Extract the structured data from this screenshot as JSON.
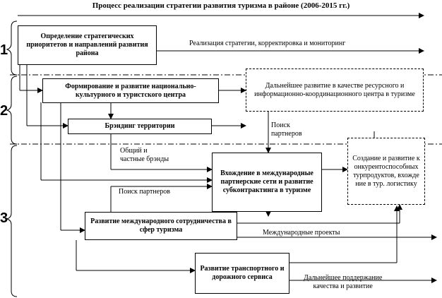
{
  "title": "Процесс реализации стратегии развития туризма в районе (2006-2015 гг.)",
  "stages": [
    "1",
    "2",
    "3"
  ],
  "boxes": {
    "strategic_priorities": "Определение стратегических приоритетов и направлений развития района",
    "national_center": "Формирование и развитие национально-культурного и туристского центра",
    "resource_center": "Дальнейшее развитие в качестве ресурсного и информационно-координационного центра в туризме",
    "branding": "Брэндинг территории",
    "partner_networks": "Вхождение в международные партнерские сети и развитие субконтрактинга в туризме",
    "competitive_products": "Создание и развитие конкурентоспособных турпродуктов, вхождение в тур. логистику",
    "intl_cooperation": "Развитие международного сотрудничества в сфер туризма",
    "transport": "Развитие транспортного и дорожного сервиса"
  },
  "labels": {
    "implementation": "Реализация стратегии, корректировка и мониторинг",
    "partner_search_1": "Поиск\nпартнеров",
    "brands": "Общий и\nчастные брэнды",
    "partner_search_2": "Поиск партнеров",
    "intl_projects": "Международные проекты",
    "quality": "Дальнейшее поддержание\nкачества и развитие"
  }
}
